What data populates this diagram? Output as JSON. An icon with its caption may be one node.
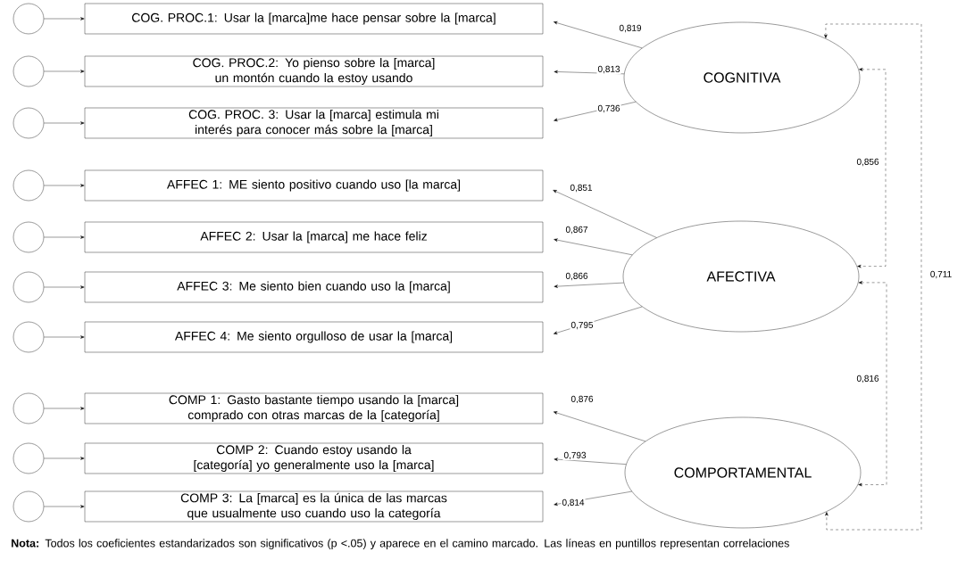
{
  "diagram": {
    "nodes": [
      {
        "text": [
          "COG. PROC.1: Usar la [marca]me hace pensar sobre la [marca]"
        ]
      },
      {
        "text": [
          "COG. PROC.2: Yo pienso sobre la [marca] un montón cuando la estoy usando"
        ]
      },
      {
        "text": [
          "COG. PROC. 3: Usar la [marca] estimula mi interés para conocer más sobre la [marca]"
        ]
      },
      {
        "text": [
          "AFFEC 1: ME siento positivo cuando uso [la marca]"
        ]
      },
      {
        "text": [
          "AFFEC 2: Usar la [marca] me hace feliz"
        ]
      },
      {
        "text": [
          "AFFEC 3: Me siento bien cuando uso la [marca]"
        ]
      },
      {
        "text": [
          "AFFEC 4: Me siento orgulloso de usar la [marca]"
        ]
      },
      {
        "text": [
          "COMP 1: Gasto bastante tiempo usando la [marca] comprado con otras marcas de la [categoría]"
        ]
      },
      {
        "text": [
          "COMP 2: Cuando estoy usando la [categoría] yo generalmente uso la [marca]"
        ]
      },
      {
        "text": [
          "COMP 3: La [marca] es la única de las marcas que usualmente uso cuando uso la categoría"
        ]
      },
      {
        "text": [
          "COGNITIVA"
        ]
      },
      {
        "text": [
          "AFECTIVA"
        ]
      },
      {
        "text": [
          "COMPORTAMENTAL"
        ]
      },
      {
        "text": [],
        "shape": "circle"
      },
      {
        "text": [],
        "shape": "circle"
      },
      {
        "text": [],
        "shape": "circle"
      },
      {
        "text": [],
        "shape": "circle"
      },
      {
        "text": [],
        "shape": "circle"
      },
      {
        "text": [],
        "shape": "circle"
      },
      {
        "text": [],
        "shape": "circle"
      },
      {
        "text": [],
        "shape": "circle"
      },
      {
        "text": [],
        "shape": "circle"
      },
      {
        "text": [],
        "shape": "circle"
      }
    ],
    "edges": [
      {
        "from": 13,
        "to": 0,
        "arrow": "to"
      },
      {
        "from": 14,
        "to": 1,
        "arrow": "to"
      },
      {
        "from": 15,
        "to": 2,
        "arrow": "to"
      },
      {
        "from": 16,
        "to": 3,
        "arrow": "to"
      },
      {
        "from": 17,
        "to": 4,
        "arrow": "to"
      },
      {
        "from": 18,
        "to": 5,
        "arrow": "to"
      },
      {
        "from": 19,
        "to": 6,
        "arrow": "to"
      },
      {
        "from": 20,
        "to": 7,
        "arrow": "to"
      },
      {
        "from": 21,
        "to": 8,
        "arrow": "to"
      },
      {
        "from": 22,
        "to": 9,
        "arrow": "to"
      },
      {
        "from": 10,
        "to": 0,
        "arrow": "to",
        "label": "0,819"
      },
      {
        "from": 10,
        "to": 1,
        "arrow": "to",
        "label": "0,813"
      },
      {
        "from": 10,
        "to": 2,
        "arrow": "to",
        "label": "0,736"
      },
      {
        "from": 11,
        "to": 3,
        "arrow": "to",
        "label": "0,851"
      },
      {
        "from": 11,
        "to": 4,
        "arrow": "to",
        "label": "0,867"
      },
      {
        "from": 11,
        "to": 5,
        "arrow": "to",
        "label": "0,866"
      },
      {
        "from": 11,
        "to": 6,
        "arrow": "to",
        "label": "0,795"
      },
      {
        "from": 12,
        "to": 7,
        "arrow": "to",
        "label": "0,876"
      },
      {
        "from": 12,
        "to": 8,
        "arrow": "to",
        "label": "0,793"
      },
      {
        "from": 12,
        "to": 9,
        "arrow": "to",
        "label": "0,814"
      },
      {
        "from": 10,
        "to": 11,
        "arrow": "both",
        "style": "dashed",
        "label": "0,856"
      },
      {
        "from": 11,
        "to": 12,
        "arrow": "both",
        "style": "dashed",
        "label": "0,816"
      },
      {
        "from": 10,
        "to": 12,
        "arrow": "both",
        "style": "dashed",
        "label": "0,711"
      }
    ],
    "labels": [
      "**Nota:** Todos los coeficientes estandarizados son significativos (p <.05) y aparece en el camino marcado. Las líneas en puntillos representan correlaciones"
    ]
  }
}
